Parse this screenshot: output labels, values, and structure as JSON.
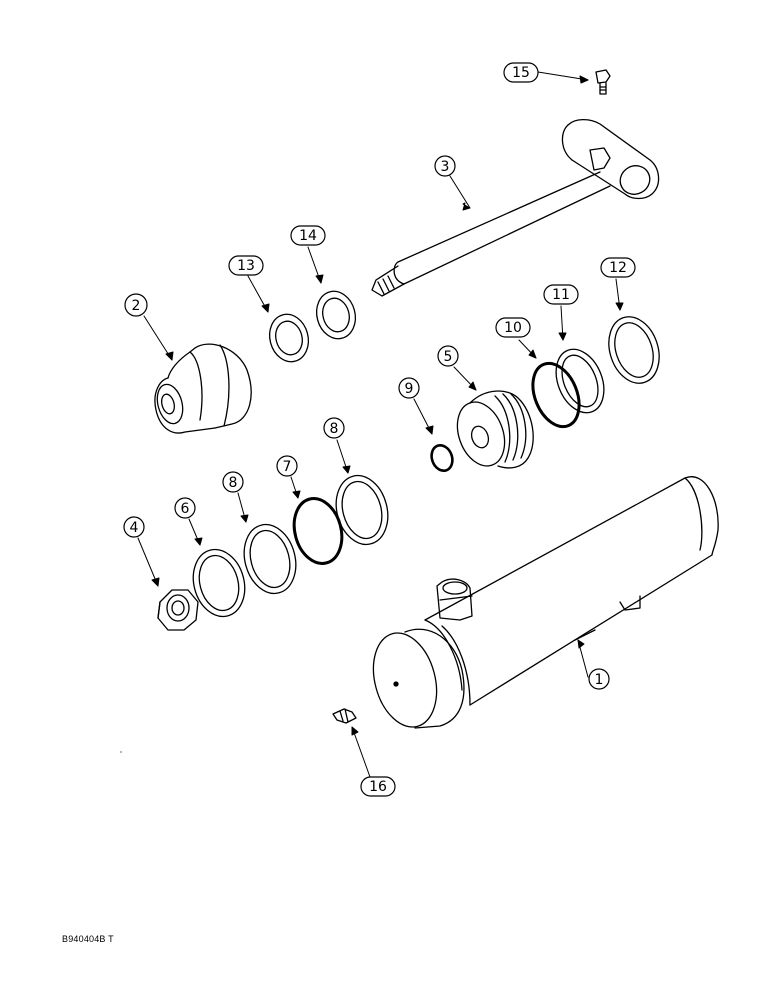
{
  "callouts": [
    {
      "id": "c1",
      "label": "1"
    },
    {
      "id": "c2",
      "label": "2"
    },
    {
      "id": "c3",
      "label": "3"
    },
    {
      "id": "c4",
      "label": "4"
    },
    {
      "id": "c5",
      "label": "5"
    },
    {
      "id": "c6",
      "label": "6"
    },
    {
      "id": "c7",
      "label": "7"
    },
    {
      "id": "c8a",
      "label": "8"
    },
    {
      "id": "c8b",
      "label": "8"
    },
    {
      "id": "c9",
      "label": "9"
    },
    {
      "id": "c10",
      "label": "10"
    },
    {
      "id": "c11",
      "label": "11"
    },
    {
      "id": "c12",
      "label": "12"
    },
    {
      "id": "c13",
      "label": "13"
    },
    {
      "id": "c14",
      "label": "14"
    },
    {
      "id": "c15",
      "label": "15"
    },
    {
      "id": "c16",
      "label": "16"
    }
  ],
  "figure_code": "B940404B T"
}
